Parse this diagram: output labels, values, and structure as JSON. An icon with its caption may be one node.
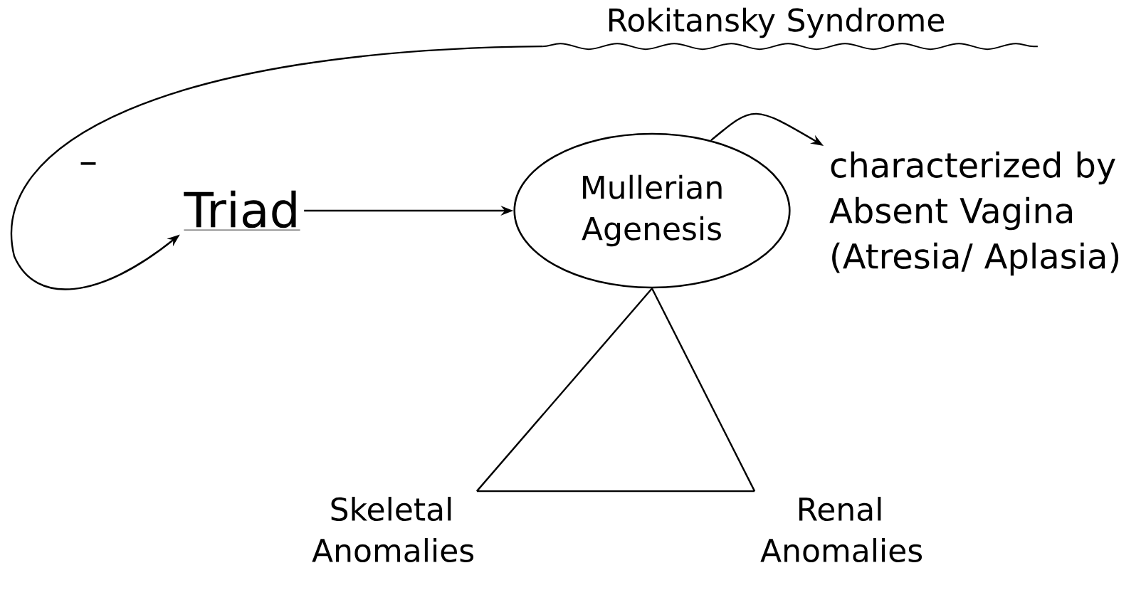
{
  "diagram": {
    "nodes": [
      {
        "text": [
          "Rokitansky Syndrome"
        ]
      },
      {
        "text": [
          "Triad"
        ]
      },
      {
        "text": [
          "Mullerian Agenesis"
        ]
      },
      {
        "text": [
          "characterized by Absent Vagina (Atresia/ Aplasia)"
        ]
      },
      {
        "text": [
          "Skeletal Anomalies"
        ]
      },
      {
        "text": [
          "Renal Anomalies"
        ]
      }
    ],
    "edges": [
      {
        "from": 0,
        "to": 1,
        "arrow": "to"
      },
      {
        "from": 1,
        "to": 2,
        "arrow": "to"
      },
      {
        "from": 2,
        "to": 3,
        "arrow": "to"
      },
      {
        "from": 2,
        "to": 4,
        "arrow": "none"
      },
      {
        "from": 2,
        "to": 5,
        "arrow": "none"
      },
      {
        "from": 4,
        "to": 5,
        "arrow": "none"
      }
    ],
    "labels": [
      "–"
    ]
  }
}
